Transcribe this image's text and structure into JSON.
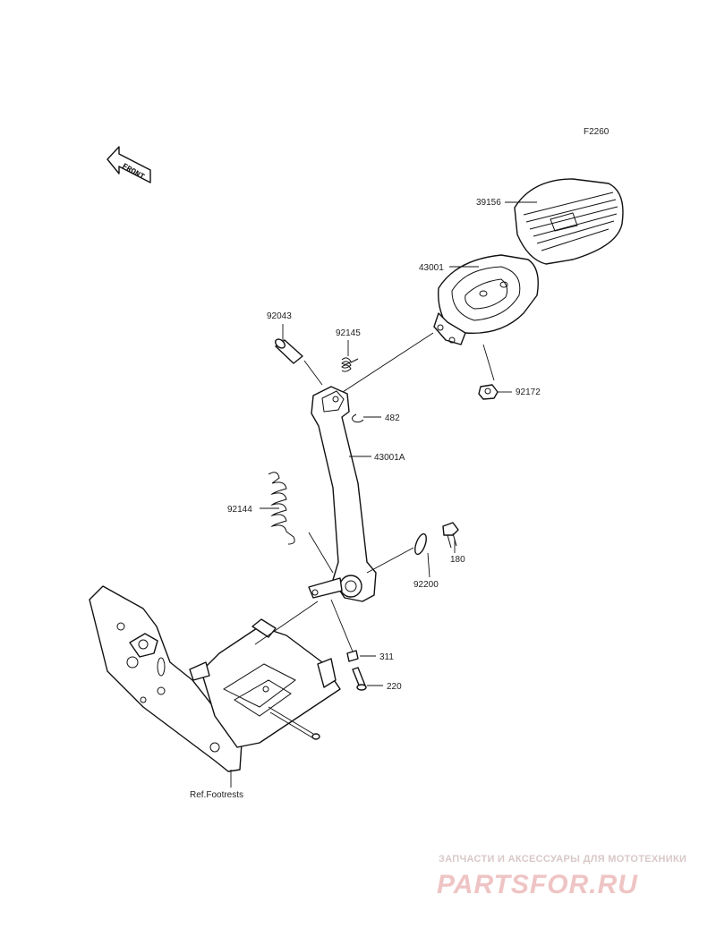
{
  "figure_code": "F2260",
  "front_arrow_text": "FRONT",
  "parts": {
    "p39156": "39156",
    "p43001": "43001",
    "p92043": "92043",
    "p92145": "92145",
    "p92172": "92172",
    "p482": "482",
    "p43001A": "43001A",
    "p92144": "92144",
    "p180": "180",
    "p92200": "92200",
    "p311": "311",
    "p220": "220"
  },
  "reference_label": "Ref.Footrests",
  "watermark": {
    "tagline": "ЗАПЧАСТИ И АКСЕССУАРЫ ДЛЯ МОТОТЕХНИКИ",
    "logo": "PARTSFOR.RU"
  },
  "colors": {
    "line": "#111111",
    "watermark": "#efc4c4"
  }
}
